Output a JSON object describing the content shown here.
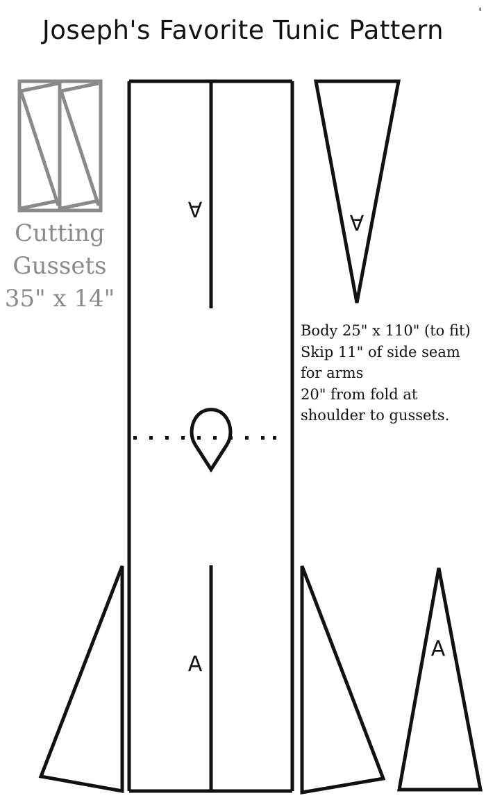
{
  "title": "Joseph's Favorite Tunic Pattern",
  "edge_mark": "'",
  "gussets": {
    "caption_line1": "Cutting",
    "caption_line2": "Gussets",
    "caption_line3": "35\" x 14\""
  },
  "notes": {
    "line1": "Body 25\" x 110\" (to fit)",
    "line2": "Skip 11\" of side seam",
    "line3": "for arms",
    "line4": "20\" from fold at",
    "line5": "shoulder to gussets."
  },
  "labels": {
    "body_top": "A",
    "gore_top_right": "A",
    "body_bottom": "A",
    "gore_bottom_right": "A"
  },
  "colors": {
    "ink": "#111111",
    "gusset_gray": "#8a8a8a"
  }
}
